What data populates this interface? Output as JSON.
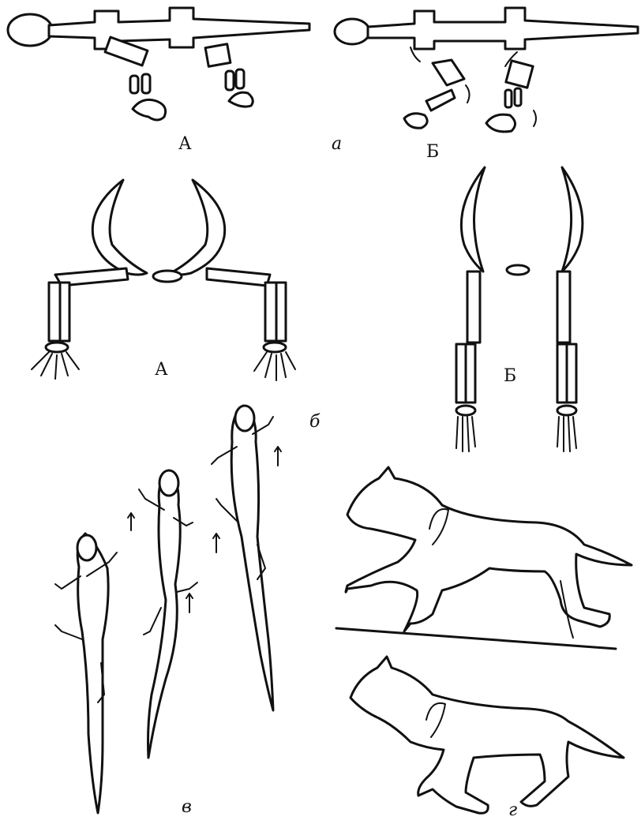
{
  "panels": {
    "a": {
      "label": "а",
      "left_label": "А",
      "right_label": "Б"
    },
    "b": {
      "label": "б",
      "left_label": "А",
      "right_label": "Б"
    },
    "v": {
      "label": "в"
    },
    "g": {
      "label": "г"
    }
  }
}
